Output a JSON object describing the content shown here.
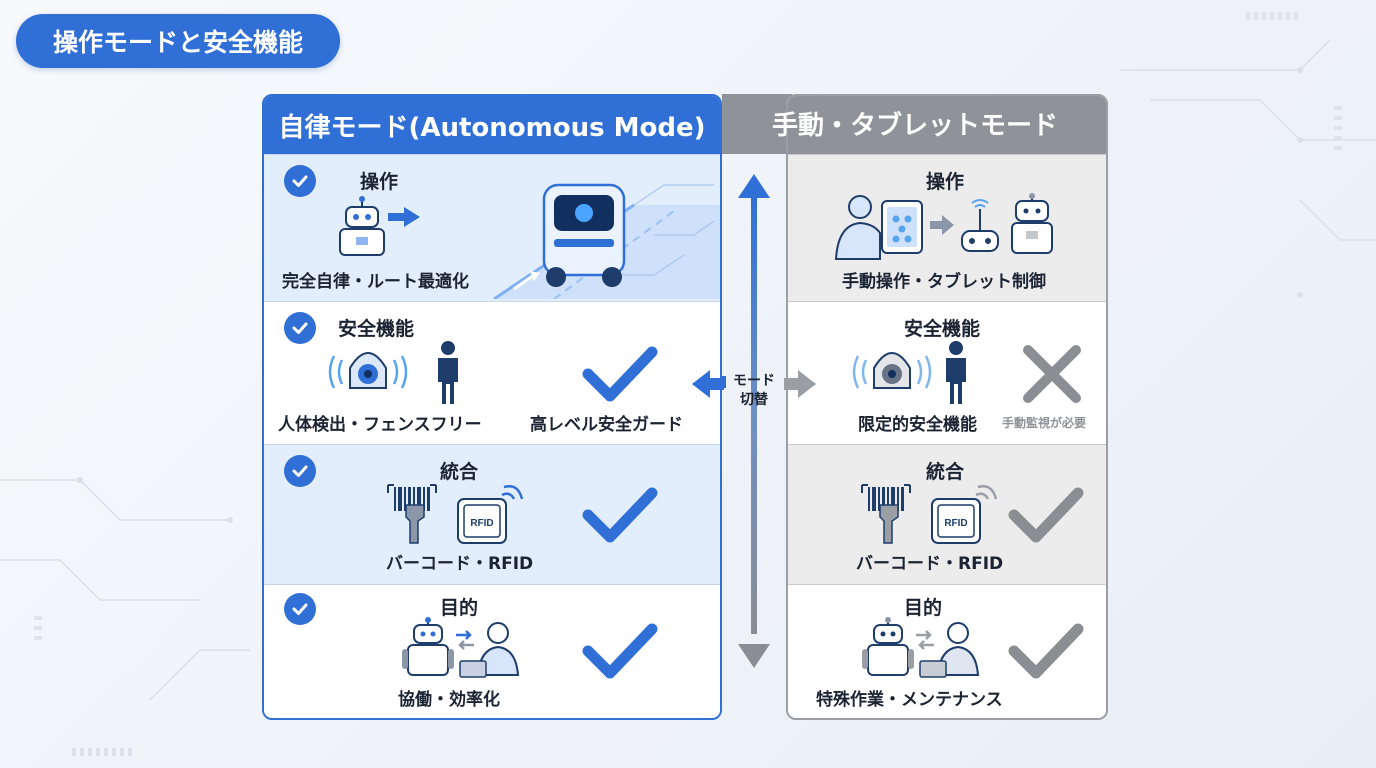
{
  "page_title": "操作モードと安全機能",
  "autonomous": {
    "header": "自律モード(Autonomous Mode)",
    "rows": [
      {
        "title": "操作",
        "caption": "完全自律・ルート最適化",
        "icon": "robot-arrow-icon"
      },
      {
        "title": "安全機能",
        "caption": "人体検出・フェンスフリー",
        "caption2": "高レベル安全ガード",
        "icon": "sensor-person-icon"
      },
      {
        "title": "統合",
        "caption": "バーコード・RFID",
        "icon": "barcode-rfid-icon"
      },
      {
        "title": "目的",
        "caption": "協働・効率化",
        "icon": "robot-human-icon"
      }
    ]
  },
  "manual": {
    "header": "手動・タブレットモード",
    "rows": [
      {
        "title": "操作",
        "caption": "手動操作・タブレット制御",
        "icon": "tablet-controller-icon"
      },
      {
        "title": "安全機能",
        "caption": "限定的安全機能",
        "note": "手動監視が必要",
        "icon": "sensor-person-icon"
      },
      {
        "title": "統合",
        "caption": "バーコード・RFID",
        "icon": "barcode-rfid-icon"
      },
      {
        "title": "目的",
        "caption": "特殊作業・メンテナンス",
        "icon": "robot-human-icon"
      }
    ]
  },
  "switch": {
    "line1": "モード",
    "line2": "切替"
  },
  "rfid_label": "RFID",
  "colors": {
    "accent": "#2f6fd6",
    "auto_tint": "#e3eefc",
    "manual_header": "#8f9298",
    "manual_tint": "#ececed",
    "gray_check": "#8a8d92",
    "cross": "#8a8d92"
  }
}
